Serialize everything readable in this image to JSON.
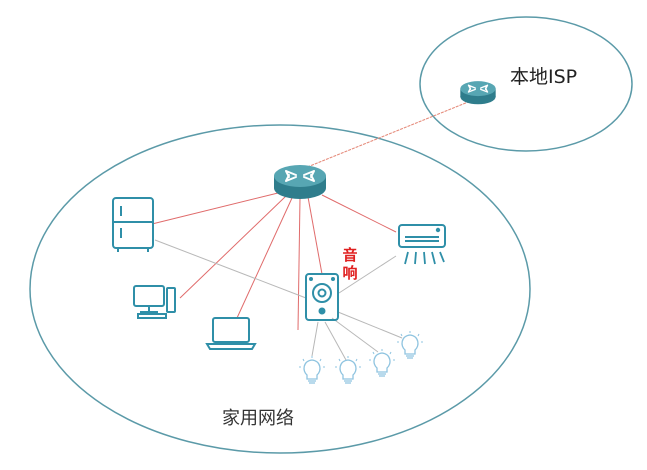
{
  "labels": {
    "isp": "本地ISP",
    "home_network": "家用网络",
    "speaker": "音响"
  },
  "colors": {
    "circle_outline": "#5b9aa8",
    "uplink_line": "#e58a7a",
    "router_line": "#e06b6b",
    "speaker_line": "#b8b8b8",
    "device_outline": "#2f8fa8",
    "router_top": "#57a6b3",
    "router_body": "#2f7d8c",
    "bulb": "#8fc4e0",
    "speaker_label": "#e02020"
  },
  "icons": [
    "router-icon",
    "fridge-icon",
    "desktop-pc-icon",
    "laptop-icon",
    "speaker-icon",
    "air-conditioner-icon",
    "light-bulb-icon"
  ]
}
